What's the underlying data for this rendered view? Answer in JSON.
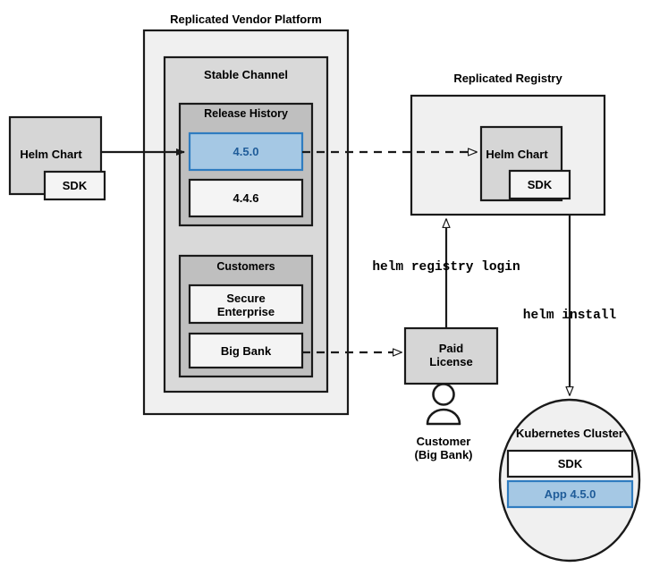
{
  "diagram": {
    "title_vendor_platform": "Replicated Vendor Platform",
    "title_registry": "Replicated Registry",
    "panels": {
      "stable_channel": "Stable Channel",
      "release_history": "Release History",
      "customers": "Customers"
    },
    "boxes": {
      "helm_chart_left": "Helm Chart",
      "sdk_left": "SDK",
      "release_current": "4.5.0",
      "release_previous": "4.4.6",
      "customer_secure_enterprise": "Secure\nEnterprise",
      "customer_secure_enterprise_line1": "Secure",
      "customer_secure_enterprise_line2": "Enterprise",
      "customer_big_bank": "Big Bank",
      "helm_chart_registry": "Helm Chart",
      "sdk_registry": "SDK",
      "paid_license_line1": "Paid",
      "paid_license_line2": "License",
      "cluster_title": "Kubernetes Cluster",
      "cluster_sdk": "SDK",
      "cluster_app": "App 4.5.0"
    },
    "actor": {
      "label_line1": "Customer",
      "label_line2": "(Big Bank)",
      "icon": "person-icon"
    },
    "commands": {
      "registry_login": "helm registry login",
      "helm_install": "helm install"
    },
    "colors": {
      "accent_blue_fill": "#a5c8e4",
      "accent_blue_stroke": "#2f7cc0",
      "accent_blue_text": "#1f5c99",
      "panel_outer": "#f0f0f0",
      "panel_mid": "#d9d9d9",
      "panel_inner": "#c0c0c0",
      "box_light": "#f4f4f4",
      "box_gray": "#d6d6d6",
      "stroke": "#1a1a1a"
    }
  }
}
